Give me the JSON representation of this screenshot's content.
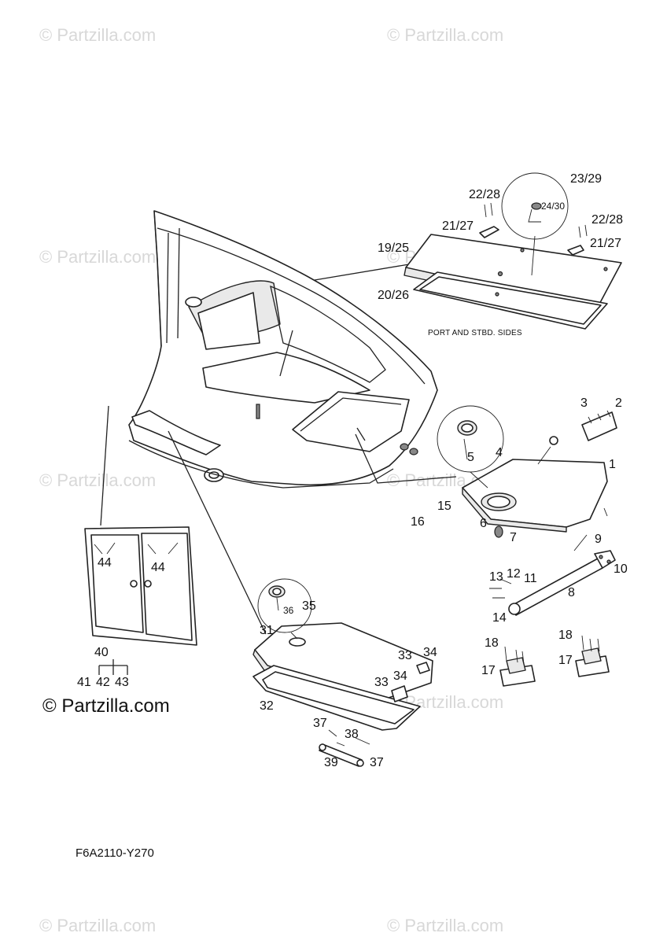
{
  "watermark": "© Partzilla.com",
  "brand_mark": "© Partzilla.com",
  "diagram_code": "F6A2110-Y270",
  "note": "PORT AND STBD. SIDES",
  "callouts": {
    "c1": "1",
    "c2": "2",
    "c3": "3",
    "c4": "4",
    "c5": "5",
    "c6": "6",
    "c7": "7",
    "c8": "8",
    "c9": "9",
    "c10": "10",
    "c11": "11",
    "c12": "12",
    "c13": "13",
    "c14": "14",
    "c15": "15",
    "c16": "16",
    "c17a": "17",
    "c17b": "17",
    "c18a": "18",
    "c18b": "18",
    "c19_25": "19/25",
    "c20_26": "20/26",
    "c21_27a": "21/27",
    "c21_27b": "21/27",
    "c22_28a": "22/28",
    "c22_28b": "22/28",
    "c23_29": "23/29",
    "c24_30": "24/30",
    "c31": "31",
    "c32": "32",
    "c33a": "33",
    "c33b": "33",
    "c34a": "34",
    "c34b": "34",
    "c35": "35",
    "c36": "36",
    "c37a": "37",
    "c37b": "37",
    "c38": "38",
    "c39": "39",
    "c40": "40",
    "c41": "41",
    "c42": "42",
    "c43": "43",
    "c44a": "44",
    "c44b": "44"
  }
}
